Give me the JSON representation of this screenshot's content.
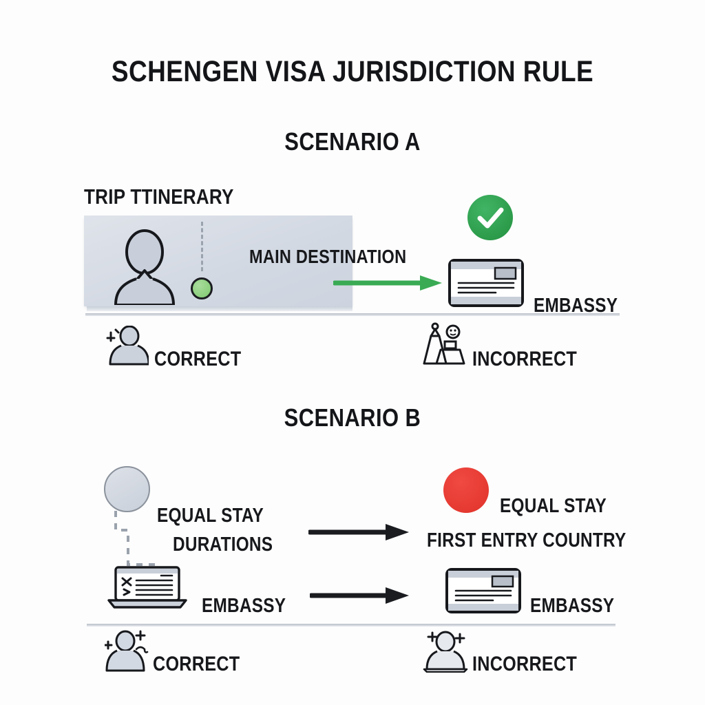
{
  "title": "SCHENGEN VISA JURISDICTION RULE",
  "scenario_a": {
    "heading": "SCENARIO A",
    "itinerary_label": "TRIP TTINERARY",
    "main_destination_label": "MAIN DESTINATION",
    "embassy_label": "EMBASSY",
    "verdict_correct": "CORRECT",
    "verdict_incorrect": "INCORRECT",
    "status_icon": "green-check",
    "arrow_color": "#3aab54",
    "dot_color": "#8ccd7d",
    "panel_color": "#d5dae2"
  },
  "scenario_b": {
    "heading": "SCENARIO B",
    "left_note_line1": "EQUAL STAY",
    "left_note_line2": "DURATIONS",
    "right_note_line1": "EQUAL STAY",
    "right_note_line2": "FIRST ENTRY COUNTRY",
    "embassy_label_left": "EMBASSY",
    "embassy_label_right": "EMBASSY",
    "verdict_correct": "CORRECT",
    "verdict_incorrect": "INCORRECT",
    "marker_left_color": "#d3d9e2",
    "marker_right_color": "#e8392f",
    "arrow_color": "#1a1c20"
  }
}
